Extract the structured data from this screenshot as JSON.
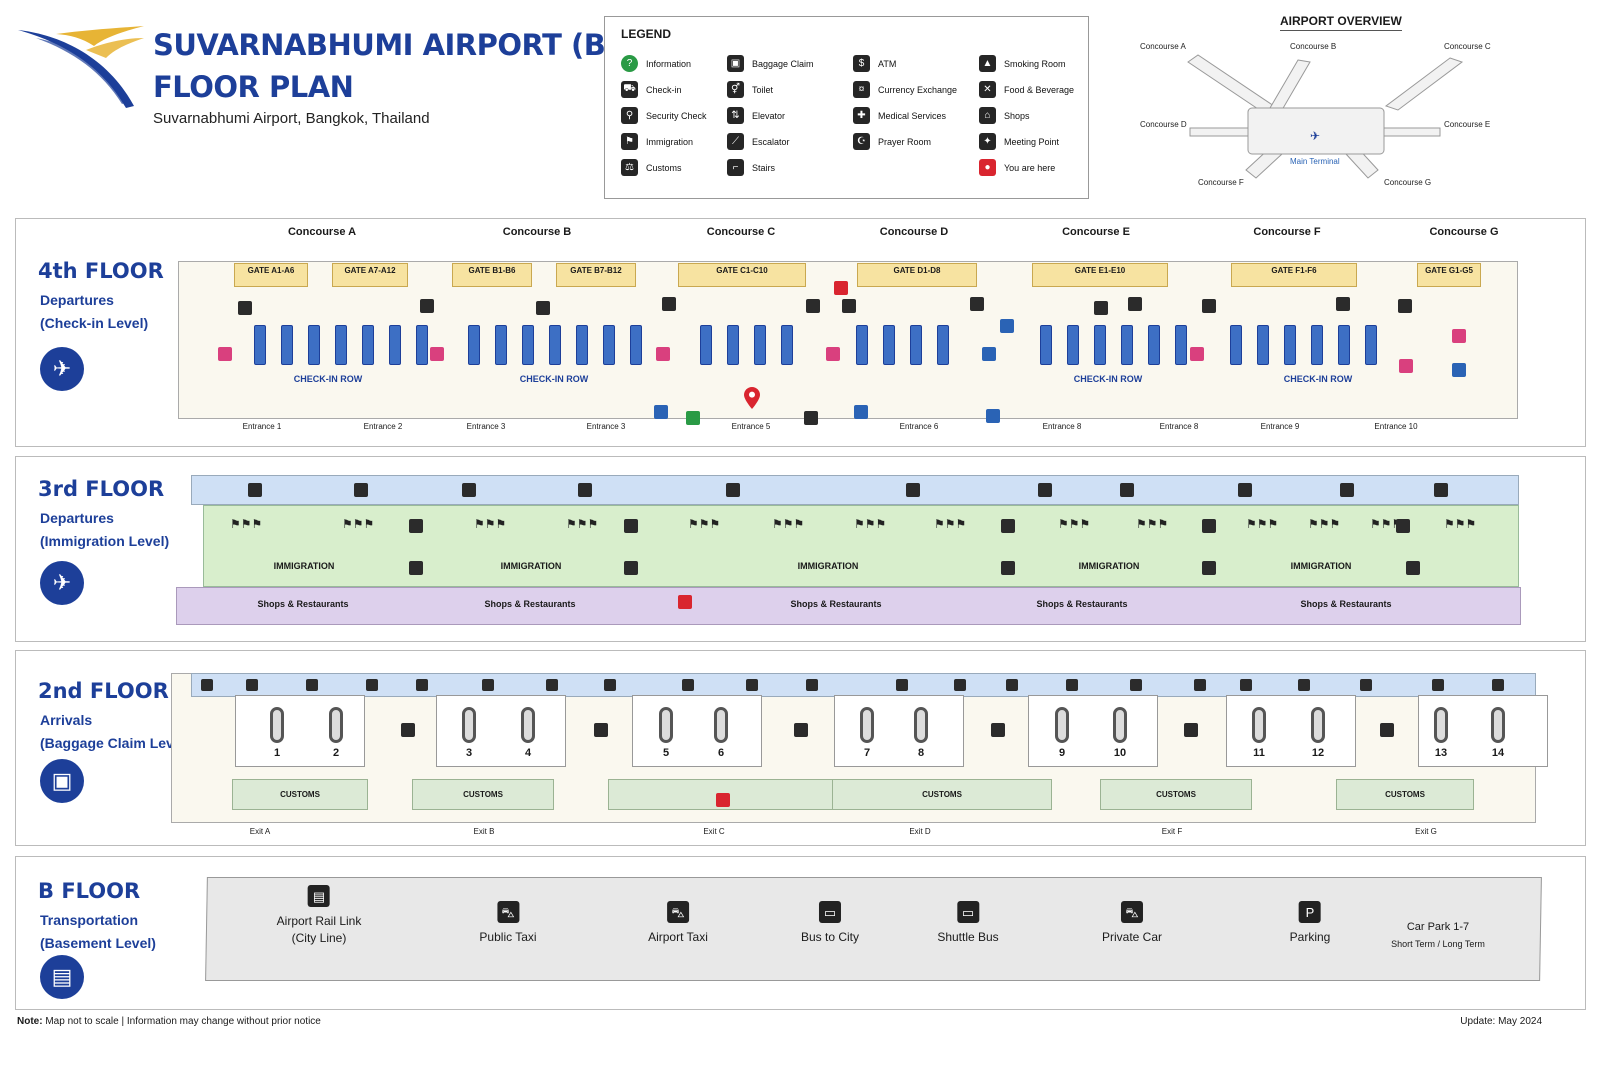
{
  "header": {
    "title_line1": "SUVARNABHUMI AIRPORT (BKK)",
    "title_line2": "FLOOR PLAN",
    "subtitle": "Suvarnabhumi Airport, Bangkok, Thailand"
  },
  "legend": {
    "title": "LEGEND",
    "items": [
      {
        "label": "Information",
        "icon": "info-icon",
        "glyph": "?",
        "color": "#2a9a45"
      },
      {
        "label": "Check-in",
        "icon": "checkin-icon",
        "glyph": "⛟",
        "color": "#262626"
      },
      {
        "label": "Security Check",
        "icon": "security-icon",
        "glyph": "⚲",
        "color": "#262626"
      },
      {
        "label": "Immigration",
        "icon": "immigration-icon",
        "glyph": "⚑",
        "color": "#262626"
      },
      {
        "label": "Customs",
        "icon": "customs-icon",
        "glyph": "⚖",
        "color": "#262626"
      },
      {
        "label": "Baggage Claim",
        "icon": "baggage-icon",
        "glyph": "▣",
        "color": "#262626"
      },
      {
        "label": "Toilet",
        "icon": "toilet-icon",
        "glyph": "⚥",
        "color": "#262626"
      },
      {
        "label": "Elevator",
        "icon": "elevator-icon",
        "glyph": "⇅",
        "color": "#262626"
      },
      {
        "label": "Escalator",
        "icon": "escalator-icon",
        "glyph": "⟋",
        "color": "#262626"
      },
      {
        "label": "Stairs",
        "icon": "stairs-icon",
        "glyph": "⌐",
        "color": "#262626"
      },
      {
        "label": "ATM",
        "icon": "atm-icon",
        "glyph": "$",
        "color": "#262626"
      },
      {
        "label": "Currency Exchange",
        "icon": "currency-icon",
        "glyph": "¤",
        "color": "#262626"
      },
      {
        "label": "Medical Services",
        "icon": "medical-icon",
        "glyph": "✚",
        "color": "#262626"
      },
      {
        "label": "Prayer Room",
        "icon": "prayer-icon",
        "glyph": "☪",
        "color": "#262626"
      },
      {
        "label": "Smoking Room",
        "icon": "smoking-icon",
        "glyph": "▲",
        "color": "#262626"
      },
      {
        "label": "Food & Beverage",
        "icon": "food-icon",
        "glyph": "✕",
        "color": "#262626"
      },
      {
        "label": "Shops",
        "icon": "shops-icon",
        "glyph": "⌂",
        "color": "#262626"
      },
      {
        "label": "Meeting Point",
        "icon": "meeting-icon",
        "glyph": "✦",
        "color": "#262626"
      },
      {
        "label": "You are here",
        "icon": "you-are-here-icon",
        "glyph": "●",
        "color": "#d9252f"
      }
    ]
  },
  "overview": {
    "title": "AIRPORT OVERVIEW",
    "labels": [
      "Concourse A",
      "Concourse B",
      "Concourse C",
      "Concourse D",
      "Concourse E",
      "Concourse F",
      "Concourse G",
      "Main Terminal"
    ]
  },
  "floor4": {
    "title": "4th FLOOR",
    "sub1": "Departures",
    "sub2": "(Check-in Level)",
    "concourses": [
      "Concourse A",
      "Concourse B",
      "Concourse C",
      "Concourse D",
      "Concourse E",
      "Concourse F",
      "Concourse G"
    ],
    "gates": [
      "GATE A1-A6",
      "GATE A7-A12",
      "GATE B1-B6",
      "GATE B7-B12",
      "GATE C1-C10",
      "GATE D1-D8",
      "GATE E1-E10",
      "GATE F1-F6",
      "GATE G1-G5"
    ],
    "checkin_label": "CHECK-IN ROW",
    "entrances": [
      "Entrance 1",
      "Entrance 2",
      "Entrance 3",
      "Entrance 3",
      "Entrance 5",
      "Entrance 6",
      "Entrance 8",
      "Entrance 8",
      "Entrance 9",
      "Entrance 10"
    ]
  },
  "floor3": {
    "title": "3rd FLOOR",
    "sub1": "Departures",
    "sub2": "(Immigration Level)",
    "immigration_label": "IMMIGRATION",
    "shops_label": "Shops & Restaurants"
  },
  "floor2": {
    "title": "2nd FLOOR",
    "sub1": "Arrivals",
    "sub2": "(Baggage Claim Level)",
    "belts": [
      "1",
      "2",
      "3",
      "4",
      "5",
      "6",
      "7",
      "8",
      "9",
      "10",
      "11",
      "12",
      "13",
      "14"
    ],
    "customs_label": "CUSTOMS",
    "exits": [
      "Exit A",
      "Exit B",
      "Exit C",
      "Exit D",
      "Exit F",
      "Exit G"
    ]
  },
  "floorB": {
    "title": "B FLOOR",
    "sub1": "Transportation",
    "sub2": "(Basement Level)",
    "items": [
      {
        "l1": "Airport Rail Link",
        "l2": "(City Line)",
        "icon": "rail-icon",
        "glyph": "▤"
      },
      {
        "l1": "Public Taxi",
        "l2": "",
        "icon": "taxi-icon",
        "glyph": "⛍"
      },
      {
        "l1": "Airport Taxi",
        "l2": "",
        "icon": "airport-taxi-icon",
        "glyph": "⛍"
      },
      {
        "l1": "Bus to City",
        "l2": "",
        "icon": "bus-icon",
        "glyph": "▭"
      },
      {
        "l1": "Shuttle Bus",
        "l2": "",
        "icon": "shuttle-icon",
        "glyph": "▭"
      },
      {
        "l1": "Private Car",
        "l2": "",
        "icon": "car-icon",
        "glyph": "⛍"
      },
      {
        "l1": "Parking",
        "l2": "",
        "icon": "parking-icon",
        "glyph": "P"
      }
    ],
    "carpark": "Car Park 1-7",
    "carpark_sub": "Short Term / Long Term"
  },
  "footer": {
    "note_label": "Note:",
    "note": "Map not to scale  |  Information may change without prior notice",
    "update": "Update: May 2024"
  },
  "colors": {
    "brand": "#1d3f99",
    "gold": "#e7b435",
    "immigration": "#d8eecc",
    "shops": "#ddd0ec",
    "toilets": "#cfe0f5",
    "marker": "#d9252f"
  }
}
